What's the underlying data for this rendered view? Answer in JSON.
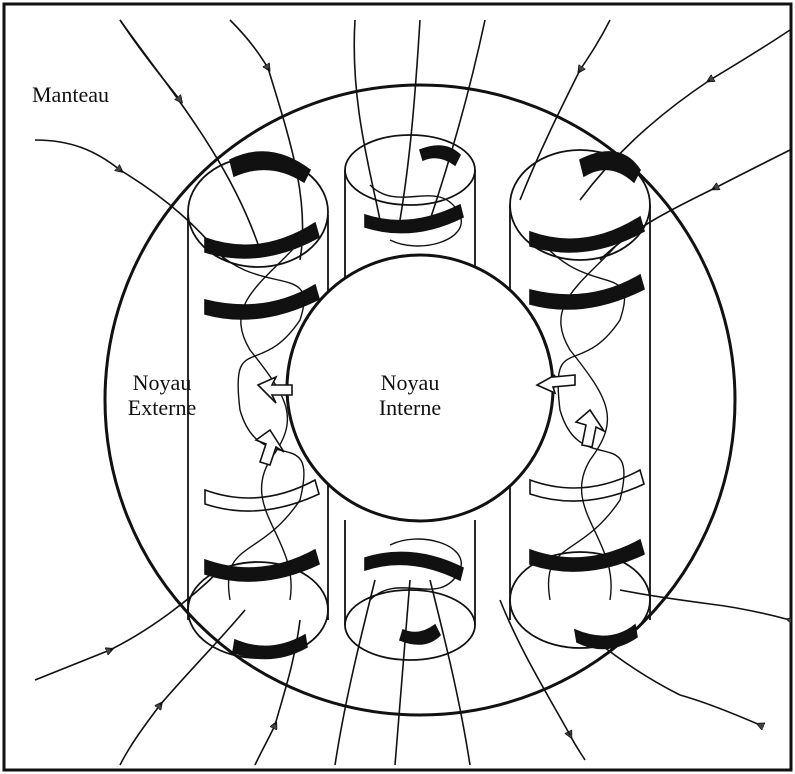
{
  "labels": {
    "mantle": "Manteau",
    "outer_core_line1": "Noyau",
    "outer_core_line2": "Externe",
    "inner_core_line1": "Noyau",
    "inner_core_line2": "Interne"
  },
  "colors": {
    "ink": "#111111",
    "background": "#ffffff",
    "arrowhead": "#444444"
  },
  "elements": {
    "field_line_icon": "field-line-arrow",
    "convection_column_icon": "helical-convection-column"
  }
}
